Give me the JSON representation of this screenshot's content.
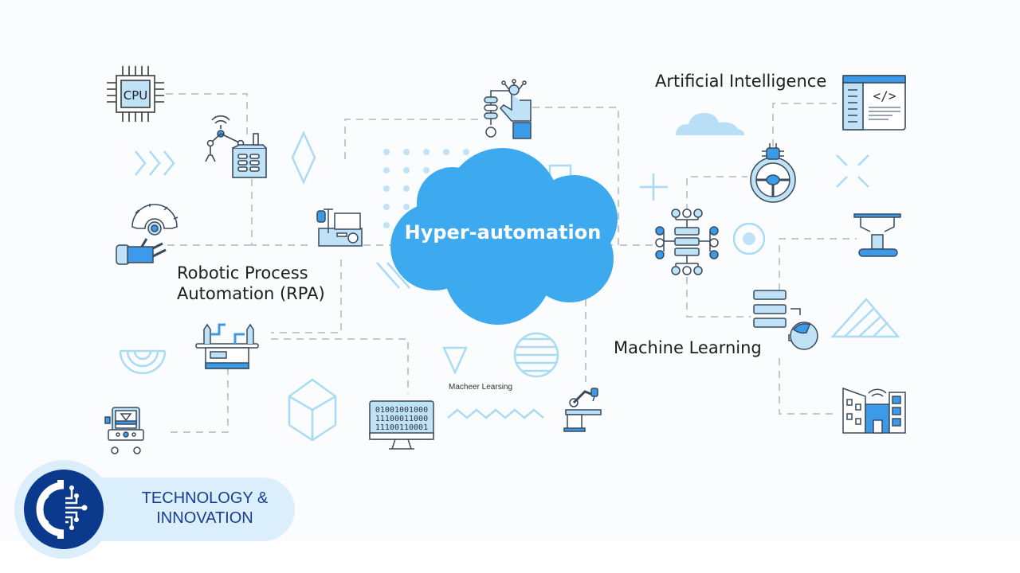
{
  "diagram": {
    "central_concept": "Hyper-automation",
    "labels": {
      "rpa_line1": "Robotic Process",
      "rpa_line2": "Automation (RPA)",
      "ai": "Artificial Intelligence",
      "ml": "Machine Learning",
      "ml_caption_small": "Macheer Learsing"
    },
    "icons": {
      "cpu_text": "CPU",
      "binary_lines": [
        "01001001000",
        "11100011000",
        "11100110001"
      ],
      "code_tag": "</>"
    },
    "colors": {
      "cloud": "#3daaf0",
      "icon_fill": "#bfe2f7",
      "icon_accent": "#3b9be8",
      "stroke": "#3a4a5c",
      "decor": "#a9dcf4",
      "dashed": "#c4c7cc"
    }
  },
  "badge": {
    "line1": "TECHNOLOGY &",
    "line2": "INNOVATION",
    "colors": {
      "circle": "#0b3a8c",
      "pill": "#dbeefb",
      "text": "#163f8f"
    }
  }
}
